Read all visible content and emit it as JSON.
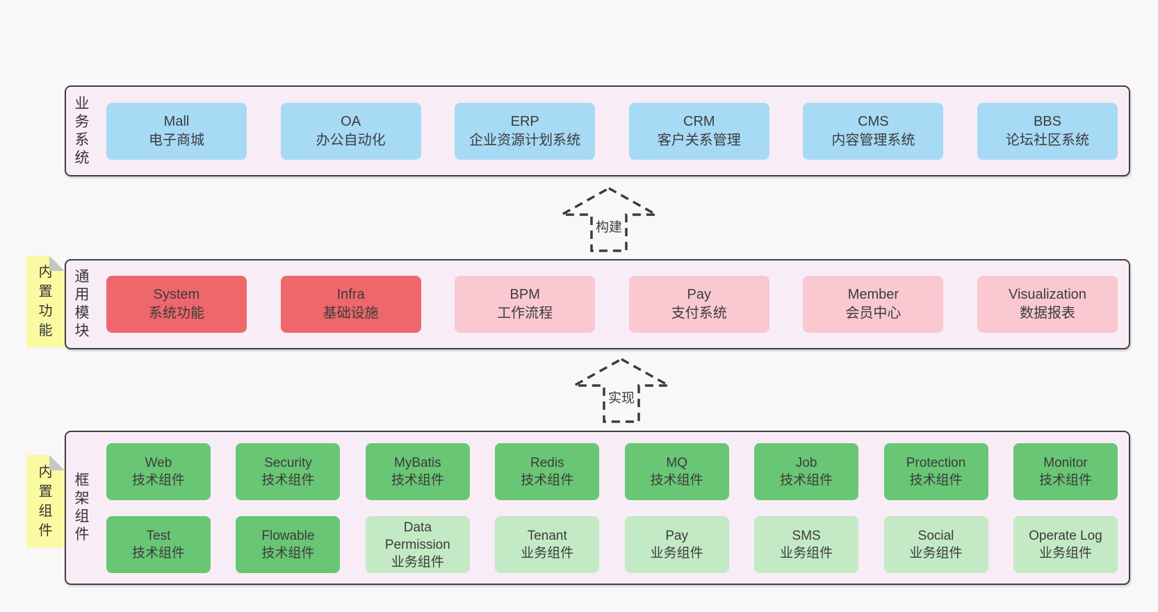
{
  "diagram": {
    "layers": [
      {
        "label": "业务系统",
        "boxes": [
          {
            "name": "Mall",
            "desc": "电子商城",
            "variant": "blue"
          },
          {
            "name": "OA",
            "desc": "办公自动化",
            "variant": "blue"
          },
          {
            "name": "ERP",
            "desc": "企业资源计划系统",
            "variant": "blue"
          },
          {
            "name": "CRM",
            "desc": "客户关系管理",
            "variant": "blue"
          },
          {
            "name": "CMS",
            "desc": "内容管理系统",
            "variant": "blue"
          },
          {
            "name": "BBS",
            "desc": "论坛社区系统",
            "variant": "blue"
          }
        ]
      },
      {
        "label": "通用模块",
        "note": "内置功能",
        "boxes": [
          {
            "name": "System",
            "desc": "系统功能",
            "variant": "red"
          },
          {
            "name": "Infra",
            "desc": "基础设施",
            "variant": "red"
          },
          {
            "name": "BPM",
            "desc": "工作流程",
            "variant": "pink"
          },
          {
            "name": "Pay",
            "desc": "支付系统",
            "variant": "pink"
          },
          {
            "name": "Member",
            "desc": "会员中心",
            "variant": "pink"
          },
          {
            "name": "Visualization",
            "desc": "数据报表",
            "variant": "pink"
          }
        ]
      },
      {
        "label": "框架组件",
        "note": "内置组件",
        "rows": [
          [
            {
              "name": "Web",
              "desc": "技术组件",
              "variant": "green"
            },
            {
              "name": "Security",
              "desc": "技术组件",
              "variant": "green"
            },
            {
              "name": "MyBatis",
              "desc": "技术组件",
              "variant": "green"
            },
            {
              "name": "Redis",
              "desc": "技术组件",
              "variant": "green"
            },
            {
              "name": "MQ",
              "desc": "技术组件",
              "variant": "green"
            },
            {
              "name": "Job",
              "desc": "技术组件",
              "variant": "green"
            },
            {
              "name": "Protection",
              "desc": "技术组件",
              "variant": "green"
            },
            {
              "name": "Monitor",
              "desc": "技术组件",
              "variant": "green"
            }
          ],
          [
            {
              "name": "Test",
              "desc": "技术组件",
              "variant": "green"
            },
            {
              "name": "Flowable",
              "desc": "技术组件",
              "variant": "green"
            },
            {
              "name": "Data Permission",
              "desc": "业务组件",
              "variant": "green-light"
            },
            {
              "name": "Tenant",
              "desc": "业务组件",
              "variant": "green-light"
            },
            {
              "name": "Pay",
              "desc": "业务组件",
              "variant": "green-light"
            },
            {
              "name": "SMS",
              "desc": "业务组件",
              "variant": "green-light"
            },
            {
              "name": "Social",
              "desc": "业务组件",
              "variant": "green-light"
            },
            {
              "name": "Operate Log",
              "desc": "业务组件",
              "variant": "green-light"
            }
          ]
        ]
      }
    ],
    "arrows": [
      {
        "label": "构建"
      },
      {
        "label": "实现"
      }
    ],
    "colors": {
      "page_bg": "#f8f8f8",
      "layer_bg": "#f8edf6",
      "border": "#3f3f3f",
      "blue": "#a7daf5",
      "red": "#ee676c",
      "pink": "#f9c8d0",
      "green": "#68c675",
      "green_light": "#c3e9c5",
      "note_yellow": "#fbf9a1"
    }
  }
}
